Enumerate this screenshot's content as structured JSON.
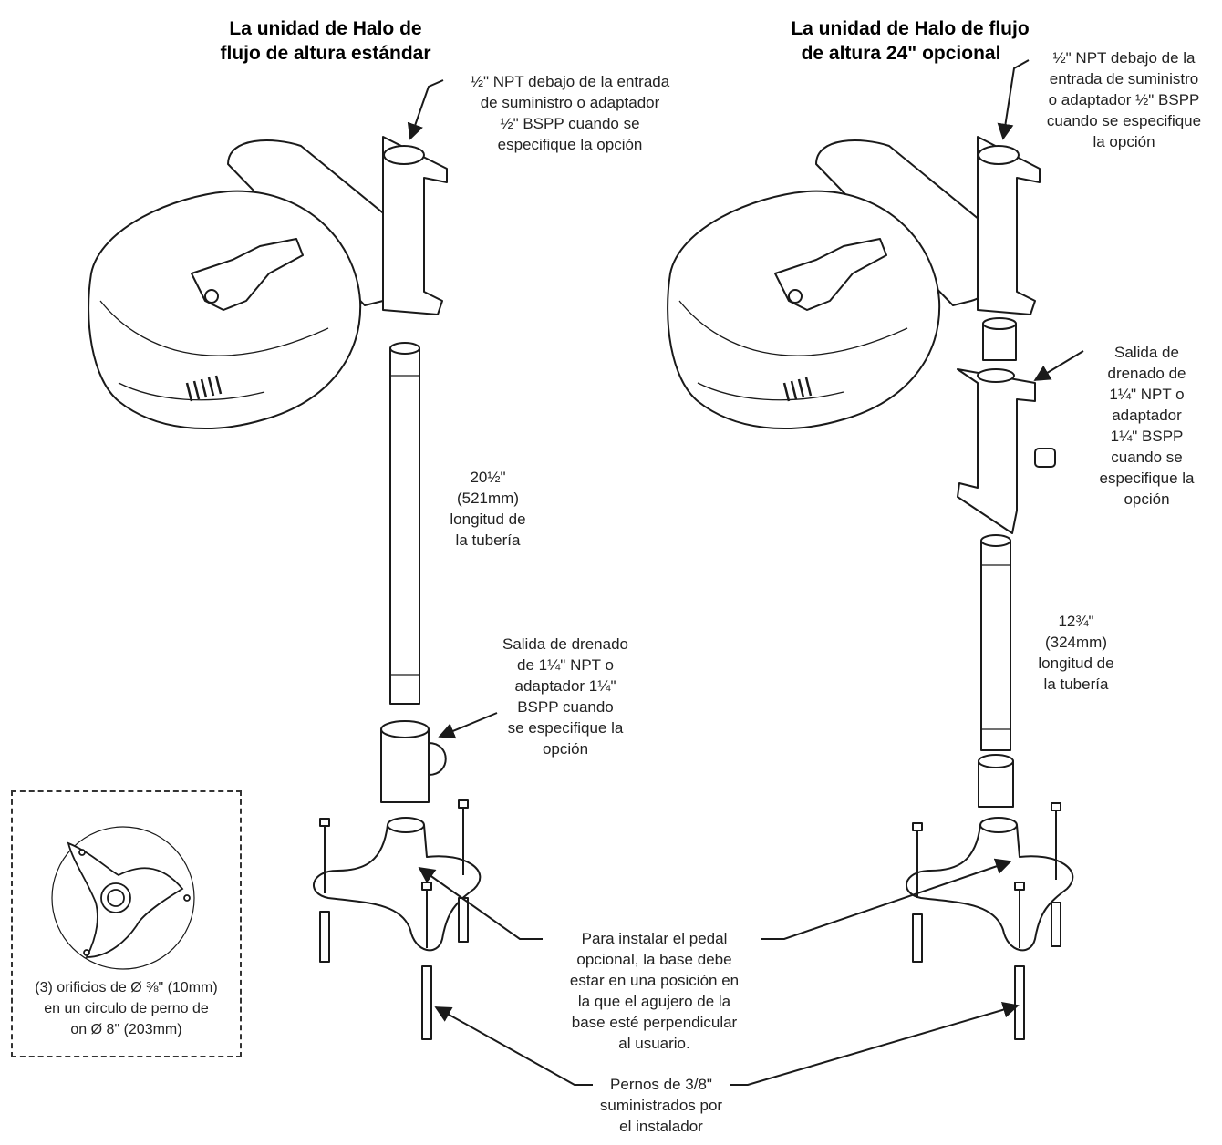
{
  "left_unit": {
    "title_lines": [
      "La unidad de Halo de",
      "flujo de altura estándar"
    ],
    "supply_note_lines": [
      "½\" NPT debajo de la entrada",
      "de suministro o adaptador",
      "½\" BSPP cuando se",
      "especifique la opción"
    ],
    "pipe_length_lines": [
      "20½\"",
      "(521mm)",
      "longitud de",
      "la tubería"
    ],
    "drain_note_lines": [
      "Salida de drenado",
      "de 1¼\" NPT o",
      "adaptador 1¼\"",
      "BSPP cuando",
      "se especifique la",
      "opción"
    ]
  },
  "right_unit": {
    "title_lines": [
      "La unidad de Halo de flujo",
      "de altura  24\" opcional"
    ],
    "supply_note_lines": [
      "½\" NPT debajo de la",
      "entrada de suministro",
      "o adaptador ½\" BSPP",
      "cuando se especifique",
      "la opción"
    ],
    "drain_note_lines": [
      "Salida de",
      "drenado de",
      "1¼\" NPT o",
      "adaptador",
      "1¼\" BSPP",
      "cuando se",
      "especifique la",
      "opción"
    ],
    "pipe_length_lines": [
      "12¾\"",
      "(324mm)",
      "longitud de",
      "la tubería"
    ]
  },
  "bolt_circle_note_lines": [
    "(3) orificios de Ø ⅜\" (10mm)",
    "en un circulo de perno de",
    "on Ø 8\" (203mm)"
  ],
  "pedal_note_lines": [
    "Para instalar el pedal",
    "opcional, la base debe",
    "estar en una posición en",
    "la que el agujero de la",
    "base esté perpendicular",
    "al usuario."
  ],
  "bolts_note_lines": [
    "Pernos de 3/8\"",
    "suministrados por",
    "el instalador"
  ],
  "colors": {
    "line": "#1a1a1a",
    "fill": "#ffffff"
  }
}
